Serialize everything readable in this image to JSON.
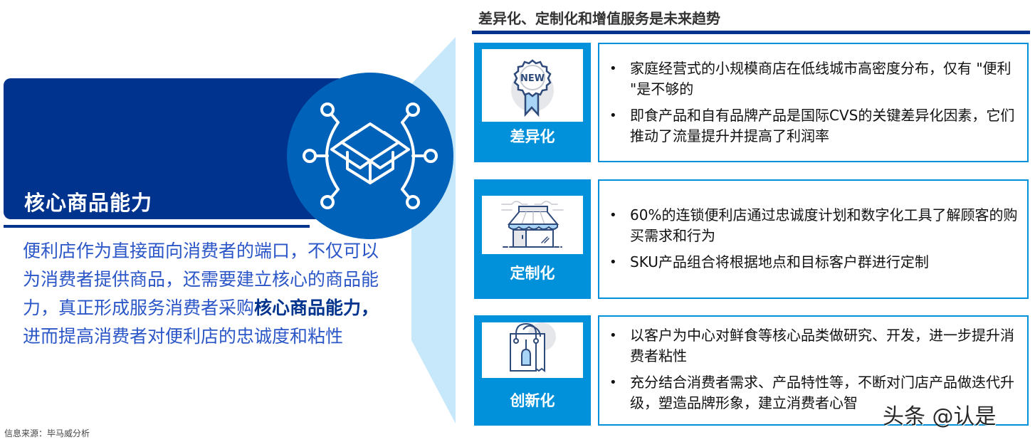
{
  "left_panel": {
    "title": "核心商品能力",
    "description_part1": "便利店作为直接面向消费者的端口，不仅可以为消费者提供商品，还需要建立核心的商品能力，真正形成服务消费者采购",
    "description_bold": "核心商品能力，",
    "description_part2": "进而提高消费者对便利店的忠诚度和粘性",
    "icon": "box-network-icon",
    "source": "信息来源：毕马威分析"
  },
  "right_panel": {
    "title": "差异化、定制化和增值服务是未来趋势",
    "rows": [
      {
        "label": "差异化",
        "icon": "new-badge-icon",
        "bullets": [
          "家庭经营式的小规模商店在低线城市高密度分布，仅有 \"便利 \"是不够的",
          "即食产品和自有品牌产品是国际CVS的关键差异化因素，它们推动了流量提升并提高了利润率"
        ]
      },
      {
        "label": "定制化",
        "icon": "storefront-icon",
        "bullets": [
          "60%的连锁便利店通过忠诚度计划和数字化工具了解顾客的购买需求和行为",
          "SKU产品组合将根据地点和目标客户群进行定制"
        ]
      },
      {
        "label": "创新化",
        "icon": "shopping-bag-icon",
        "bullets": [
          "以客户为中心对鲜食等核心品类做研究、开发，进一步提升消费者粘性",
          "充分结合消费者需求、产品特性等，不断对门店产品做迭代升级，塑造品牌形象，建立消费者心智"
        ]
      }
    ]
  },
  "watermark": "头条 @认是",
  "colors": {
    "navy": "#00338D",
    "circle_blue": "#0062B8",
    "tag_blue": "#0091DA",
    "wedge_light_blue": "#C6E8FA",
    "desc_text_blue": "#2B56C7"
  }
}
